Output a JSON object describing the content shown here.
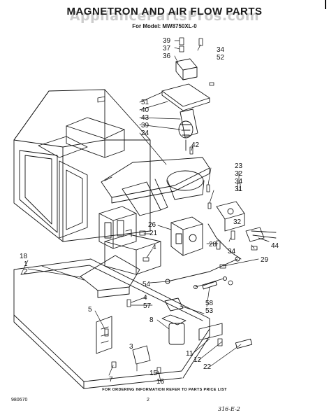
{
  "header": {
    "title": "MAGNETRON AND AIR FLOW PARTS",
    "model": "For Model: MW8750XL-0",
    "watermark": "AppliancePartsPros.com"
  },
  "footer": {
    "ordering_note": "FOR ORDERING INFORMATION REFER TO PARTS PRICE LIST",
    "doc_code": "980670",
    "page_number": "2",
    "handwritten_note": "316-E-2"
  },
  "callouts": [
    "39",
    "37",
    "36",
    "34",
    "52",
    "51",
    "40",
    "43",
    "39",
    "24",
    "42",
    "23",
    "32",
    "34",
    "31",
    "32",
    "26",
    "21",
    "4",
    "28",
    "34",
    "44",
    "29",
    "18",
    "1",
    "2",
    "54",
    "4",
    "57",
    "58",
    "53",
    "5",
    "8",
    "3",
    "7",
    "15",
    "16",
    "11",
    "12",
    "22"
  ],
  "colors": {
    "ink": "#111111",
    "paper": "#ffffff"
  }
}
